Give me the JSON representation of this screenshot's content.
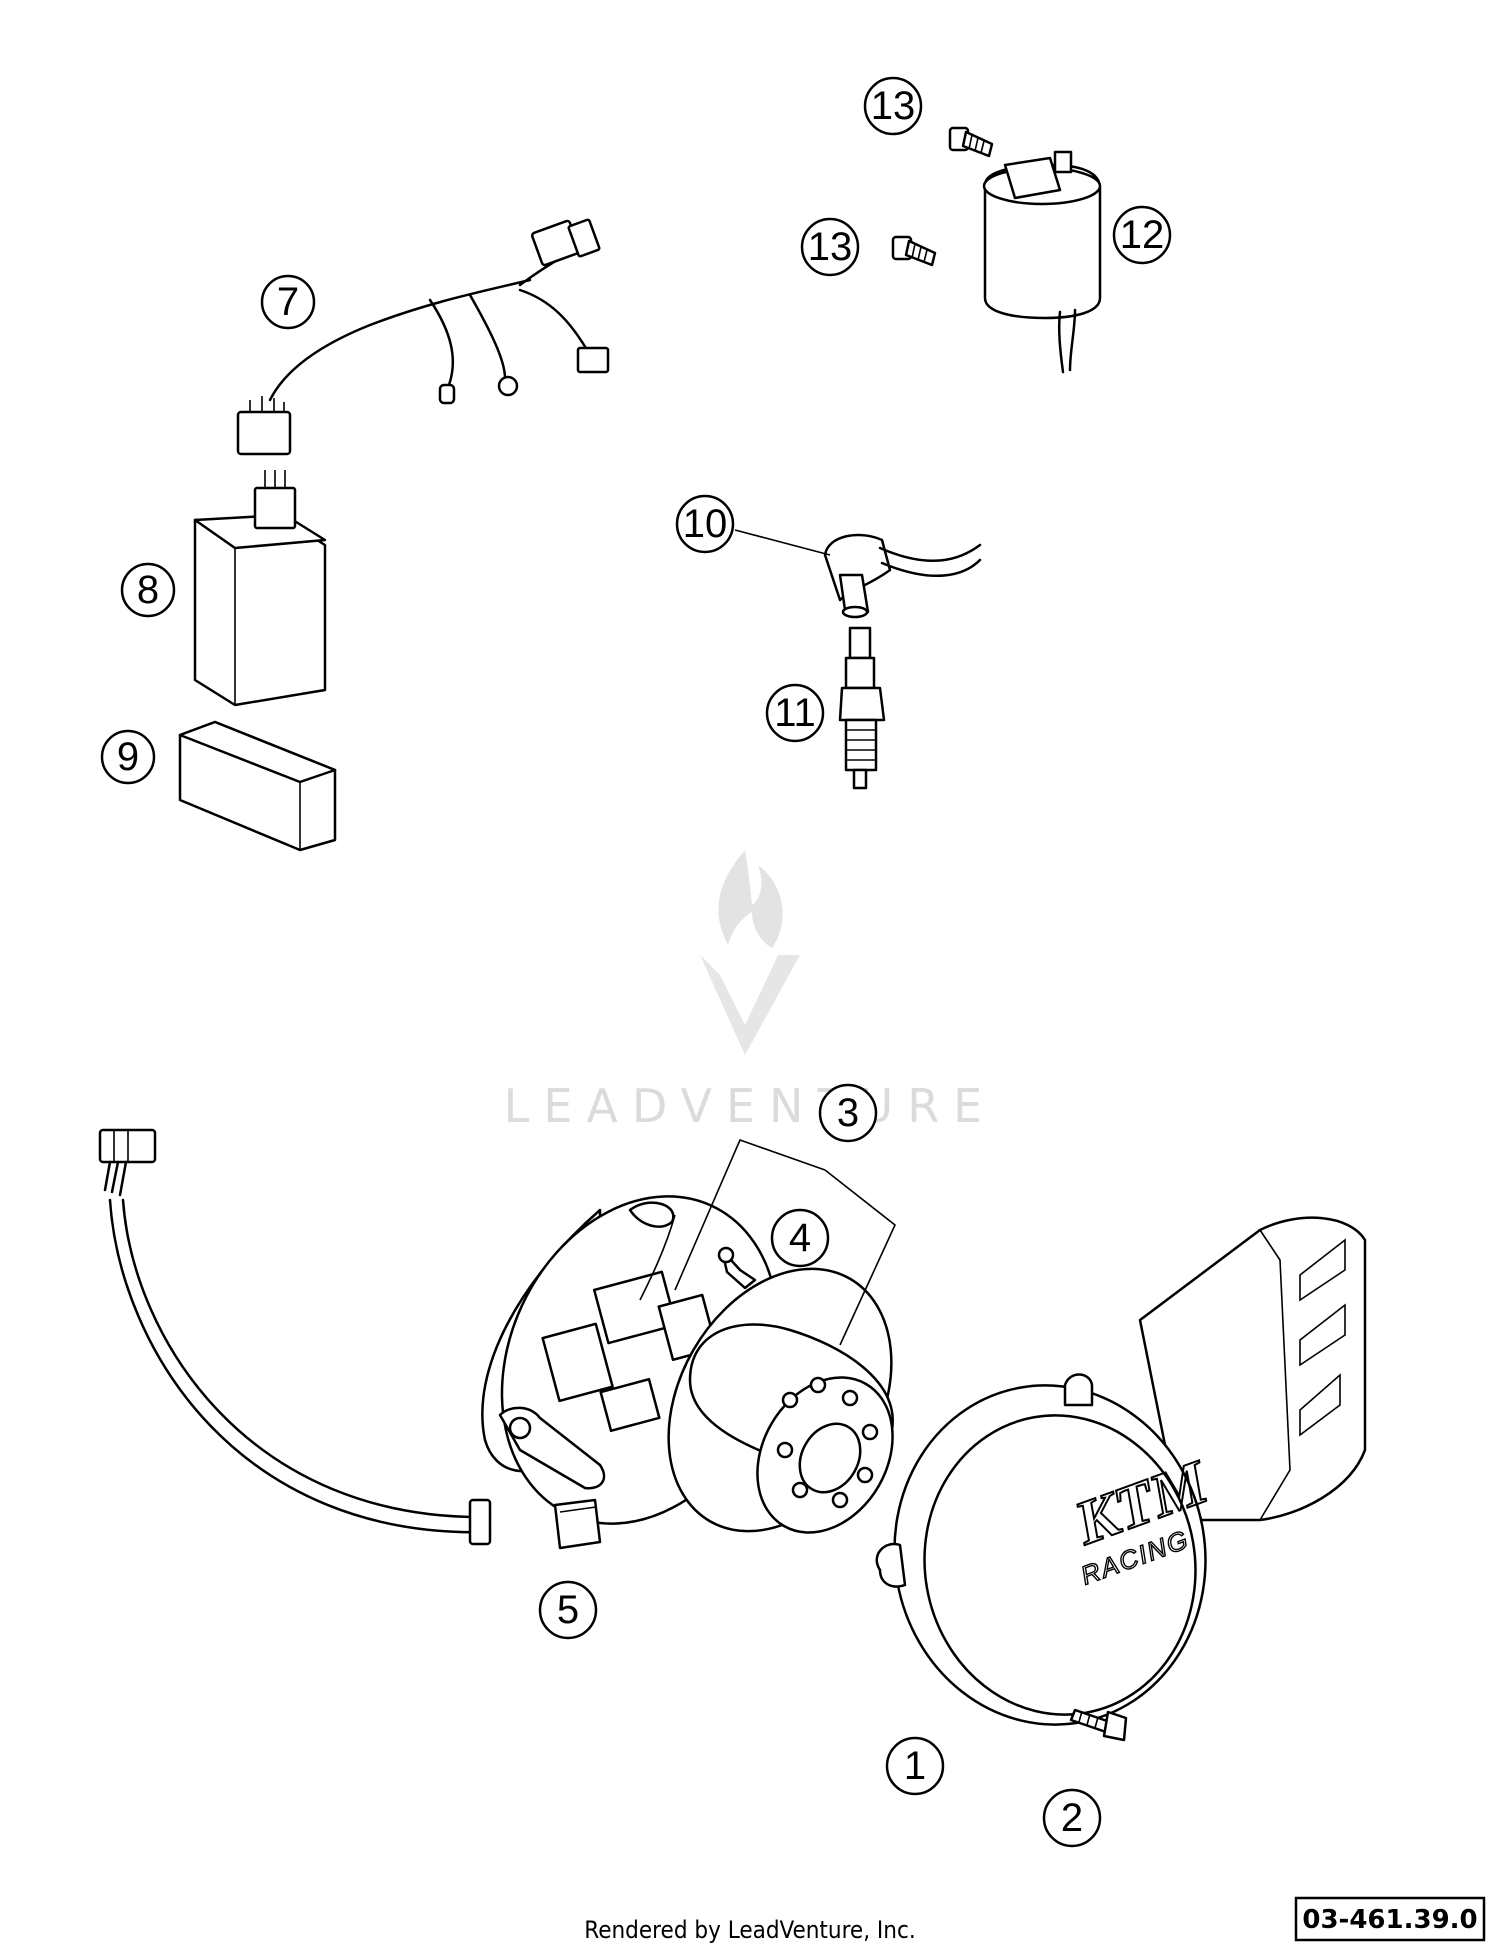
{
  "callouts": {
    "c1": "1",
    "c2": "2",
    "c3": "3",
    "c4": "4",
    "c5": "5",
    "c7": "7",
    "c8": "8",
    "c9": "9",
    "c10": "10",
    "c11": "11",
    "c12": "12",
    "c13a": "13",
    "c13b": "13"
  },
  "cover_logo": {
    "brand": "KTM",
    "sub": "RACING"
  },
  "watermark": {
    "text": "LEADVENTURE"
  },
  "footer": {
    "rendered_by": "Rendered by LeadVenture, Inc.",
    "diagram_code": "03-461.39.0"
  }
}
